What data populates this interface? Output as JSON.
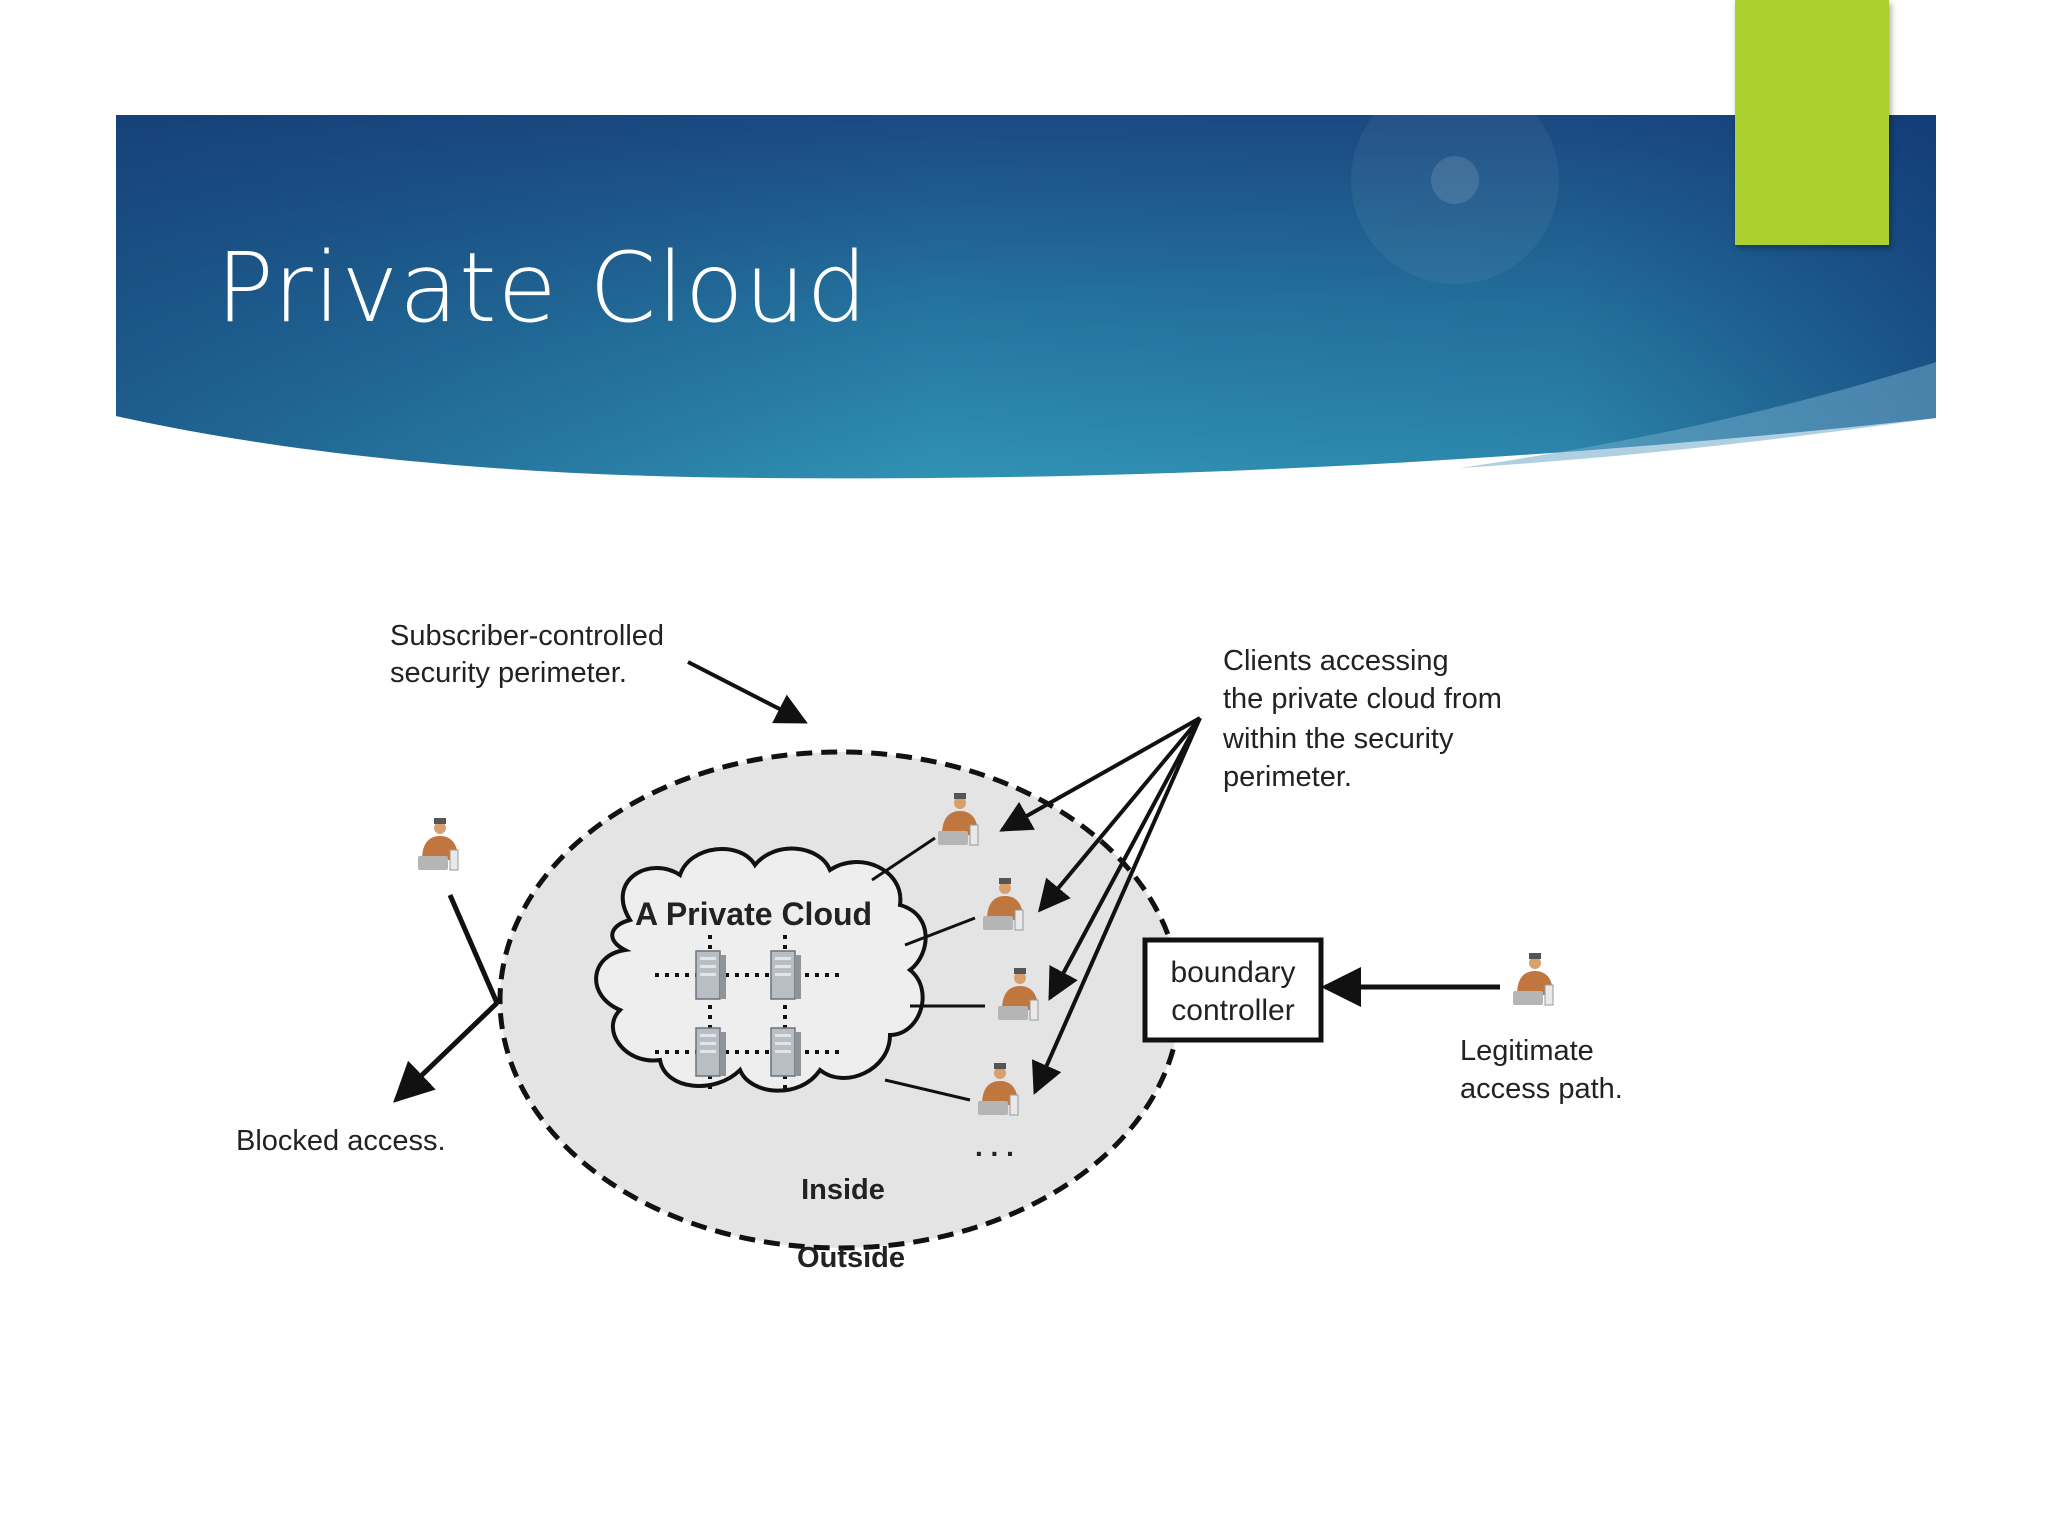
{
  "slide": {
    "title": "Private Cloud",
    "colors": {
      "banner_dark": "#1b3f78",
      "banner_light": "#2f8fb0",
      "accent": "#abd030",
      "cloud_fill": "#e0e0e0"
    }
  },
  "diagram": {
    "perimeter_label_line1": "Subscriber-controlled",
    "perimeter_label_line2": "security perimeter.",
    "clients_label_line1": "Clients accessing",
    "clients_label_line2": "the private cloud from",
    "clients_label_line3": "within the security",
    "clients_label_line4": "perimeter.",
    "cloud_label": "A Private Cloud",
    "boundary_line1": "boundary",
    "boundary_line2": "controller",
    "legit_line1": "Legitimate",
    "legit_line2": "access path.",
    "blocked_label": "Blocked access.",
    "inside_label": "Inside",
    "outside_label": "Outside",
    "ellipsis": ". . .",
    "icons": [
      "server-icon",
      "user-icon",
      "arrow-icon"
    ]
  }
}
